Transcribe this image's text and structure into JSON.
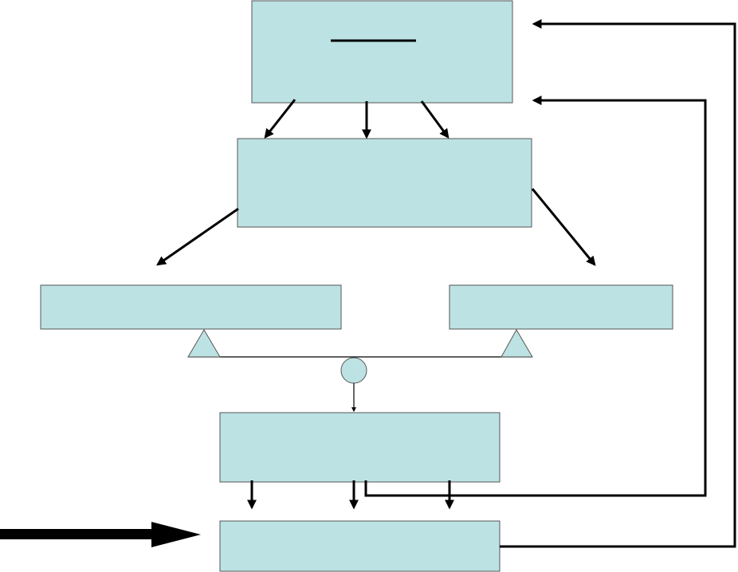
{
  "diagram": {
    "box_fill": "#bde2e4",
    "box_stroke": "#555555",
    "line_color": "#000000",
    "boxes": [
      {
        "id": "top-box",
        "label": ""
      },
      {
        "id": "second-box",
        "label": ""
      },
      {
        "id": "left-pan-box",
        "label": ""
      },
      {
        "id": "right-pan-box",
        "label": ""
      },
      {
        "id": "fourth-box",
        "label": ""
      },
      {
        "id": "bottom-box",
        "label": ""
      }
    ],
    "shapes": {
      "fulcrum": "circle",
      "pan_supports": "triangle",
      "input_arrow": "block-arrow"
    }
  }
}
